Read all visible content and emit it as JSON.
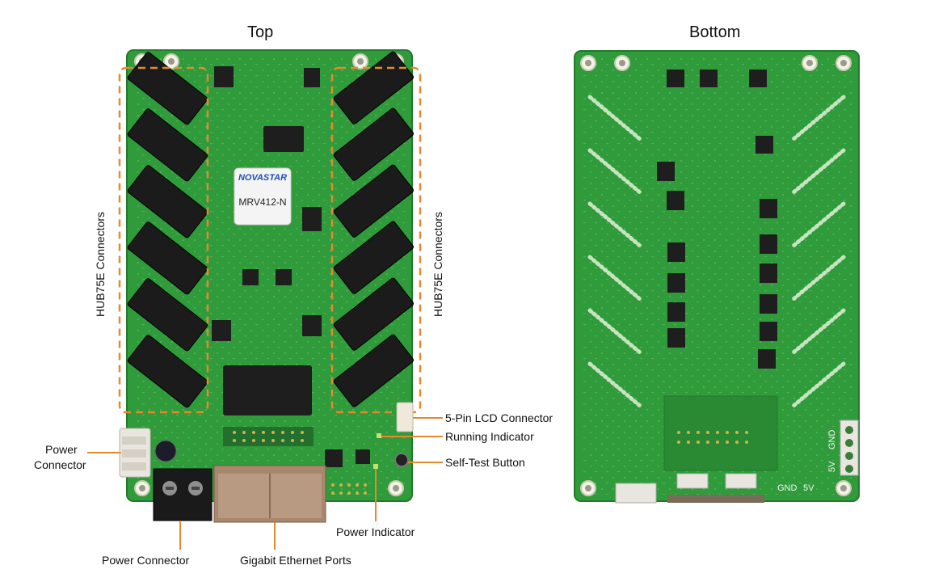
{
  "views": {
    "top_title": "Top",
    "bottom_title": "Bottom"
  },
  "board": {
    "brand_logo": "NOVASTAR",
    "model": "MRV412-N",
    "pcb_color": "#2f9b3a",
    "pcb_edge_color": "#237a2c",
    "accent_color": "#e58a2e"
  },
  "labels": {
    "hub75e_left": "HUB75E Connectors",
    "hub75e_right": "HUB75E Connectors",
    "lcd_connector": "5-Pin LCD Connector",
    "running_indicator": "Running Indicator",
    "self_test_button": "Self-Test Button",
    "power_connector_side_line1": "Power",
    "power_connector_side_line2": "Connector",
    "power_connector_bottom": "Power Connector",
    "gigabit_ports": "Gigabit Ethernet Ports",
    "power_indicator": "Power Indicator",
    "bottom_gnd_1": "GND",
    "bottom_5v_1": "5V",
    "bottom_gnd_2": "GND",
    "bottom_5v_2": "5V"
  }
}
